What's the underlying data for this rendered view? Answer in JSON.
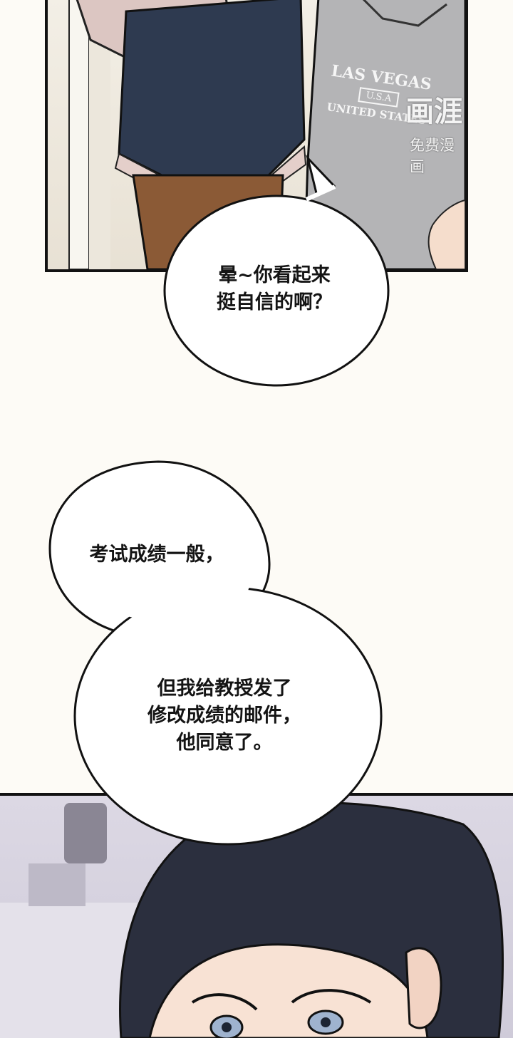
{
  "watermark": {
    "logo_text": "画涯",
    "caption": "免费漫画"
  },
  "shirt_print": {
    "line1": "LAS VEGAS",
    "badge": "U.S.A",
    "line2": "UNITED STATES"
  },
  "bubbles": [
    {
      "text": "晕~你看起来\n挺自信的啊？"
    },
    {
      "text": "考试成绩一般，"
    },
    {
      "text": "但我给教授发了\n修改成绩的邮件，\n他同意了。"
    }
  ]
}
